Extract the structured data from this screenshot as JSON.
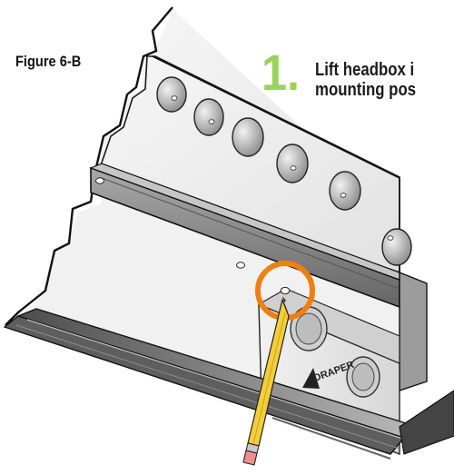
{
  "figure": {
    "label": "Figure 6-B",
    "step_number": "1.",
    "instruction_line1": "Lift headbox i",
    "instruction_line2": "mounting pos",
    "brand_text": "DRAPER"
  },
  "colors": {
    "step_accent": "#9ad25a",
    "highlight_circle": "#f07f12",
    "pencil_body": "#f2cf3a",
    "pencil_eraser": "#f08f8b",
    "metal_dark": "#7d7d7d",
    "panel_light": "#eeeeee"
  },
  "icons": {
    "pencil": "pencil-icon",
    "highlight": "highlight-circle"
  }
}
